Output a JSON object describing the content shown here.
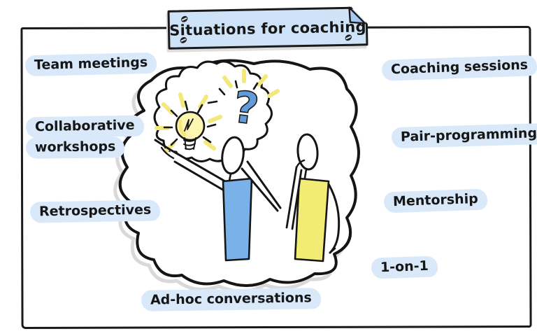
{
  "banner": {
    "title": "Situations for coaching"
  },
  "situations": {
    "team_meetings": "Team meetings",
    "collaborative_workshops": {
      "line1": "Collaborative",
      "line2": "workshops"
    },
    "retrospectives": "Retrospectives",
    "coaching_sessions": "Coaching sessions",
    "pair_programming": "Pair-programming",
    "mentorship": "Mentorship",
    "one_on_one": "1-on-1",
    "ad_hoc_conversations": "Ad-hoc conversations"
  },
  "illustration": {
    "icons": [
      "thought-cloud-icon",
      "brain-cloud-icon",
      "lightbulb-icon",
      "question-mark-icon",
      "pointing-person-figure",
      "thinking-person-figure"
    ],
    "question_mark_glyph": "?"
  },
  "colors": {
    "highlight_blue": "#d9e9fa",
    "banner_blue": "#cfe3f8",
    "banner_fold_blue": "#a9c9ee",
    "torso_blue": "#79b1e9",
    "torso_yellow": "#f2ec74",
    "question_mark_blue": "#5f9cd8",
    "bulb_yellow": "#fdf6b0",
    "glow_yellow": "#f2e87c",
    "ink": "#1a1a1a",
    "shadow_gray": "#d9d9d9"
  }
}
